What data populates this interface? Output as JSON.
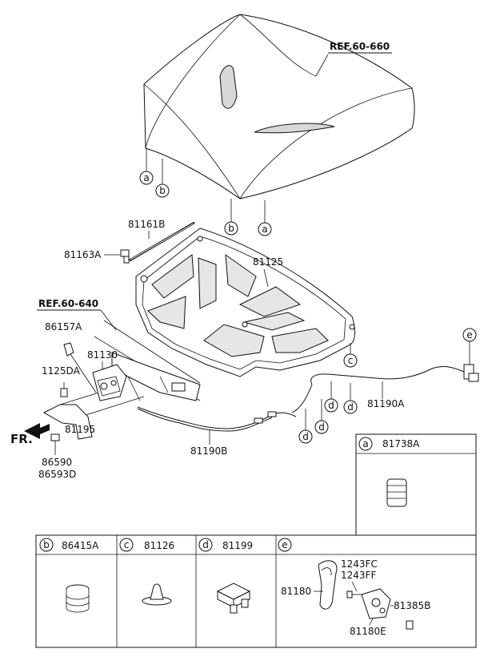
{
  "refs": {
    "hood": "REF.60-660",
    "front": "REF.60-640"
  },
  "parts": {
    "p81161b": "81161B",
    "p81163a": "81163A",
    "p81125": "81125",
    "p86157a": "86157A",
    "p81130": "81130",
    "p1125da": "1125DA",
    "p81195": "81195",
    "p86590": "86590",
    "p86593d": "86593D",
    "p81190a": "81190A",
    "p81190b": "81190B"
  },
  "fr_label": "FR.",
  "callout_letters": {
    "a": "a",
    "b": "b",
    "c": "c",
    "d": "d",
    "e": "e"
  },
  "legend": {
    "a_part": "81738A",
    "b_part": "86415A",
    "c_part": "81126",
    "d_part": "81199",
    "e_parts": {
      "p81180": "81180",
      "p1243fc": "1243FC",
      "p1243ff": "1243FF",
      "p81385b": "81385B",
      "p81180e": "81180E"
    }
  }
}
